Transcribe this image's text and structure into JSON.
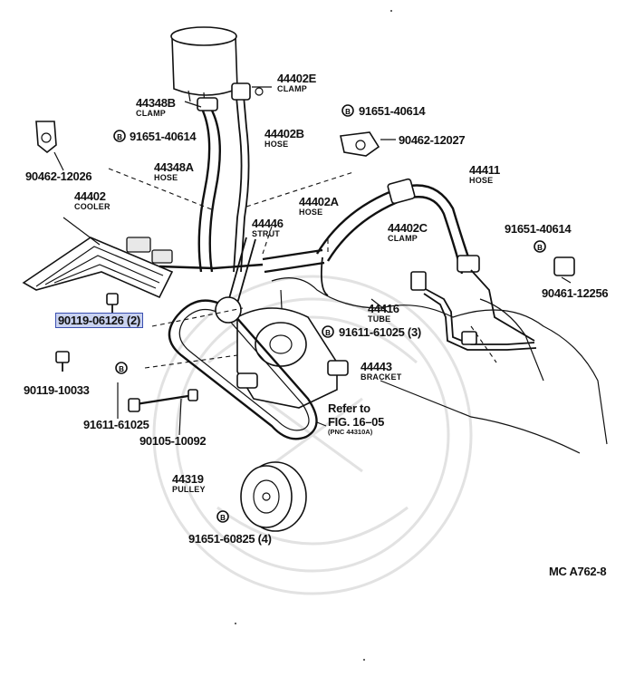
{
  "labels": {
    "p44402E": {
      "num": "44402E",
      "sub": "CLAMP"
    },
    "p44348B": {
      "num": "44348B",
      "sub": "CLAMP"
    },
    "p91651_a": {
      "num": "91651-40614"
    },
    "p91651_b": {
      "num": "91651-40614"
    },
    "p91651_c": {
      "num": "91651-40614"
    },
    "p44402B": {
      "num": "44402B",
      "sub": "HOSE"
    },
    "p90462_12027": {
      "num": "90462-12027"
    },
    "p90462_12026": {
      "num": "90462-12026"
    },
    "p44348A": {
      "num": "44348A",
      "sub": "HOSE"
    },
    "p44411": {
      "num": "44411",
      "sub": "HOSE"
    },
    "p44402": {
      "num": "44402",
      "sub": "COOLER"
    },
    "p44402A": {
      "num": "44402A",
      "sub": "HOSE"
    },
    "p44446": {
      "num": "44446",
      "sub": "STRUT"
    },
    "p44402C": {
      "num": "44402C",
      "sub": "CLAMP"
    },
    "p90461_12256": {
      "num": "90461-12256"
    },
    "p90119_06126": {
      "num": "90119-06126 (2)"
    },
    "p44416": {
      "num": "44416",
      "sub": "TUBE"
    },
    "p91611_61025_3": {
      "num": "91611-61025 (3)"
    },
    "p90119_10033": {
      "num": "90119-10033"
    },
    "p44443": {
      "num": "44443",
      "sub": "BRACKET"
    },
    "p91611_61025": {
      "num": "91611-61025"
    },
    "refer": {
      "line1": "Refer to",
      "line2": "FIG. 16–05",
      "line3": "(PNC 44310A)"
    },
    "p90105_10092": {
      "num": "90105-10092"
    },
    "p44319": {
      "num": "44319",
      "sub": "PULLEY"
    },
    "p91651_60825": {
      "num": "91651-60825 (4)"
    },
    "code": {
      "text": "MC A762-8"
    }
  },
  "highlight_color": "#c9d2f0",
  "icons": [
    "b-marker-icon",
    "bolt-icon",
    "nut-icon"
  ]
}
